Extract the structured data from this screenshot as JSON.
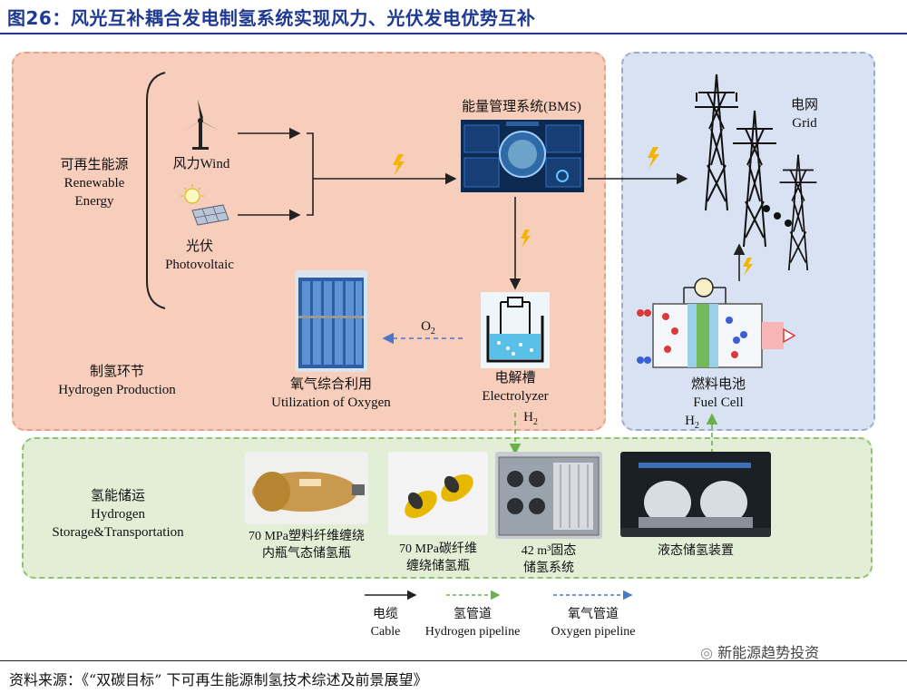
{
  "title": "图26：风光互补耦合发电制氢系统实现风力、光伏发电优势互补",
  "renewable": {
    "cn": "可再生能源",
    "en1": "Renewable",
    "en2": "Energy"
  },
  "wind": "风力Wind",
  "pv": {
    "cn": "光伏",
    "en": "Photovoltaic"
  },
  "bms": "能量管理系统(BMS)",
  "oxygen_label": "O",
  "oxygen_sub": "2",
  "oxygen_util": {
    "cn": "氧气综合利用",
    "en": "Utilization of Oxygen"
  },
  "electrolyzer": {
    "cn": "电解槽",
    "en": "Electrolyzer"
  },
  "production": {
    "cn": "制氢环节",
    "en": "Hydrogen Production"
  },
  "grid": {
    "cn": "电网",
    "en": "Grid"
  },
  "fuel_cell": {
    "cn": "燃料电池",
    "en": "Fuel Cell"
  },
  "h2_label": "H",
  "h2_sub": "2",
  "storage": {
    "cn": "氢能储运",
    "en1": "Hydrogen",
    "en2": "Storage&Transportation"
  },
  "items": [
    {
      "line1": "70 MPa塑料纤维缠绕",
      "line2": "内瓶气态储氢瓶"
    },
    {
      "line1": "70 MPa碳纤维",
      "line2": "缠绕储氢瓶"
    },
    {
      "line1": "42 m³固态",
      "line2": "储氢系统"
    },
    {
      "line1": "液态储氢装置",
      "line2": ""
    }
  ],
  "legend": [
    {
      "cn": "电缆",
      "en": "Cable",
      "color": "#222222"
    },
    {
      "cn": "氢管道",
      "en": "Hydrogen pipeline",
      "color": "#6ab04c"
    },
    {
      "cn": "氧气管道",
      "en": "Oxygen pipeline",
      "color": "#4a78c8"
    }
  ],
  "source": "资料来源：《“双碳目标” 下可再生能源制氢技术综述及前景展望》",
  "watermark": "新能源趋势投资"
}
